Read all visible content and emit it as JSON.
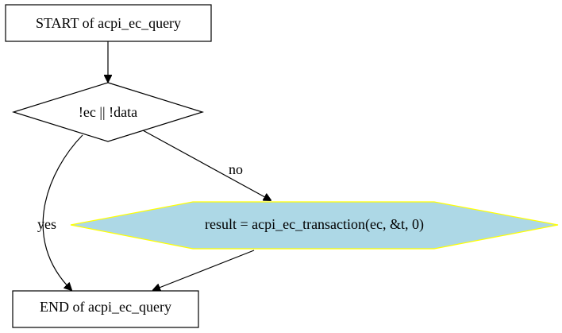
{
  "diagram": {
    "nodes": {
      "start": {
        "label": "START of acpi_ec_query"
      },
      "check": {
        "label": "!ec || !data"
      },
      "call": {
        "label": "result = acpi_ec_transaction(ec, &t, 0)",
        "fill": "#add8e6",
        "stroke": "#ffff00"
      },
      "end": {
        "label": "END of acpi_ec_query"
      }
    },
    "edges": {
      "start_to_check": {
        "label": ""
      },
      "check_to_call": {
        "label": "no"
      },
      "check_to_end": {
        "label": "yes"
      },
      "call_to_end": {
        "label": ""
      }
    }
  }
}
